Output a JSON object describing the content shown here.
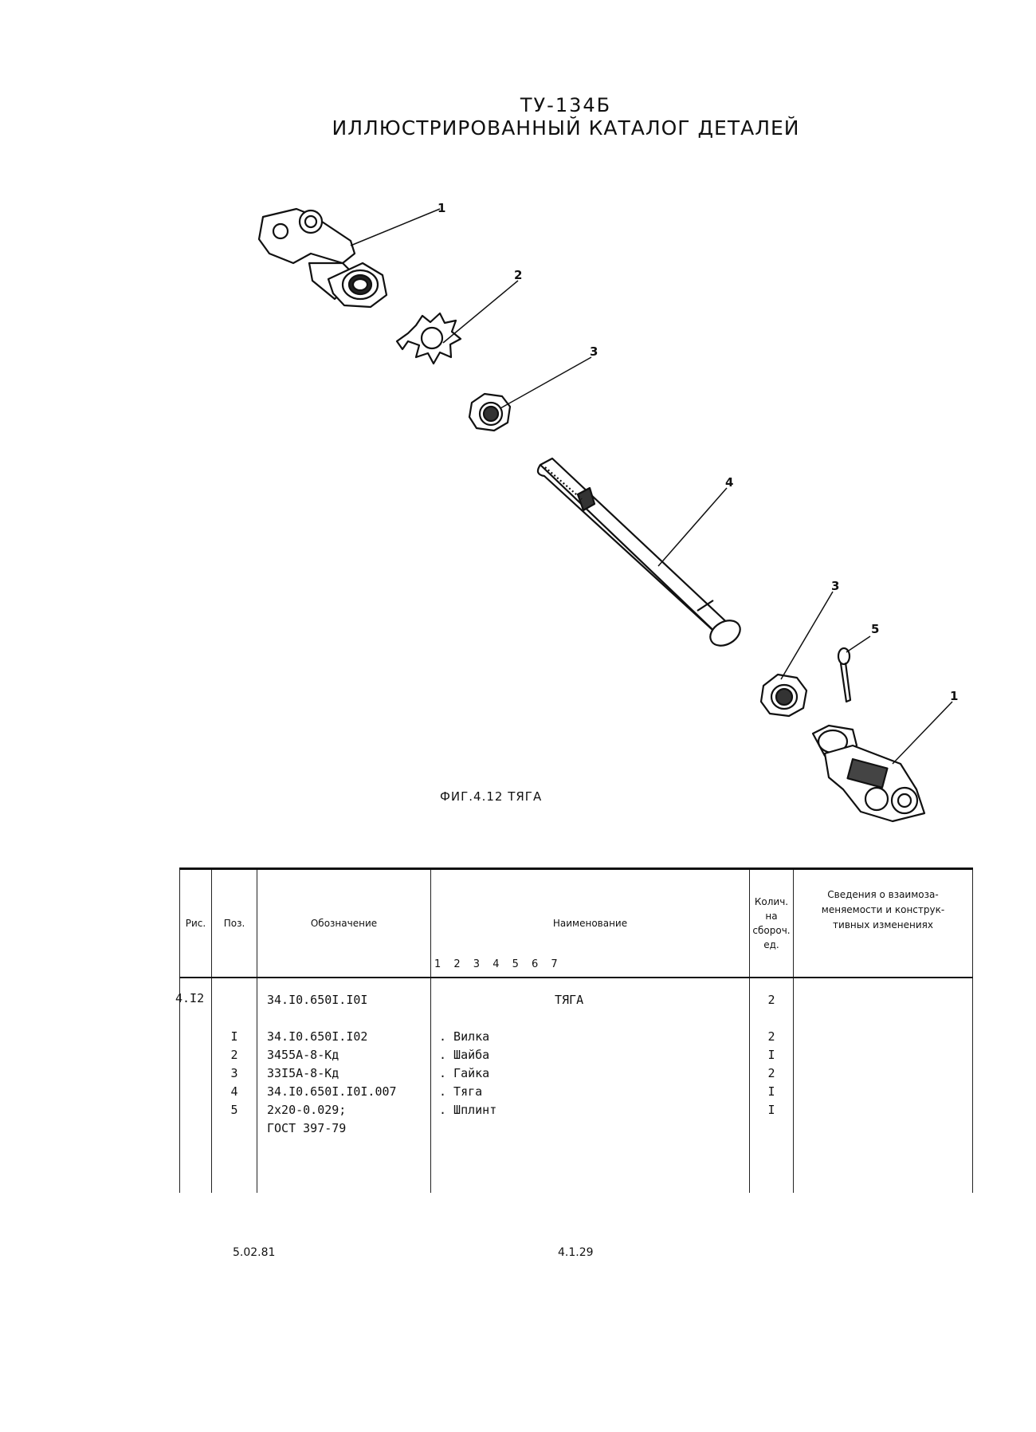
{
  "header": {
    "line1": "ТУ-134Б",
    "line2": "ИЛЛЮСТРИРОВАННЫЙ КАТАЛОГ ДЕТАЛЕЙ"
  },
  "figure": {
    "caption": "ФИГ.4.12 ТЯГА",
    "callouts": [
      "1",
      "2",
      "3",
      "4",
      "3",
      "5",
      "1"
    ]
  },
  "table": {
    "headers": {
      "fig": "Рис.",
      "pos": "Поз.",
      "designation": "Обозначение",
      "name": "Наименование",
      "name_digits": "1 2 3 4 5 6 7",
      "qty": [
        "Колич.",
        "на",
        "сбороч.",
        "ед."
      ],
      "notes": [
        "Сведения о взаимоза-",
        "меняемости и конструк-",
        "тивных изменениях"
      ]
    },
    "assembly": {
      "fig": "4.I2",
      "designation": "34.I0.650I.I0I",
      "name": "ТЯГА",
      "qty": "2"
    },
    "rows": [
      {
        "pos": "I",
        "designation": "34.I0.650I.I02",
        "name": ". Вилка",
        "qty": "2"
      },
      {
        "pos": "2",
        "designation": "3455А-8-Кд",
        "name": ". Шайба",
        "qty": "I"
      },
      {
        "pos": "3",
        "designation": "33I5А-8-Кд",
        "name": ". Гайка",
        "qty": "2"
      },
      {
        "pos": "4",
        "designation": "34.I0.650I.I0I.007",
        "name": ". Тяга",
        "qty": "I"
      },
      {
        "pos": "5",
        "designation": "2х20-0.029;",
        "name": ". Шплинт",
        "qty": "I"
      }
    ],
    "continuation": "ГОСТ 397-79"
  },
  "footer": {
    "date": "5.02.81",
    "page": "4.1.29"
  }
}
